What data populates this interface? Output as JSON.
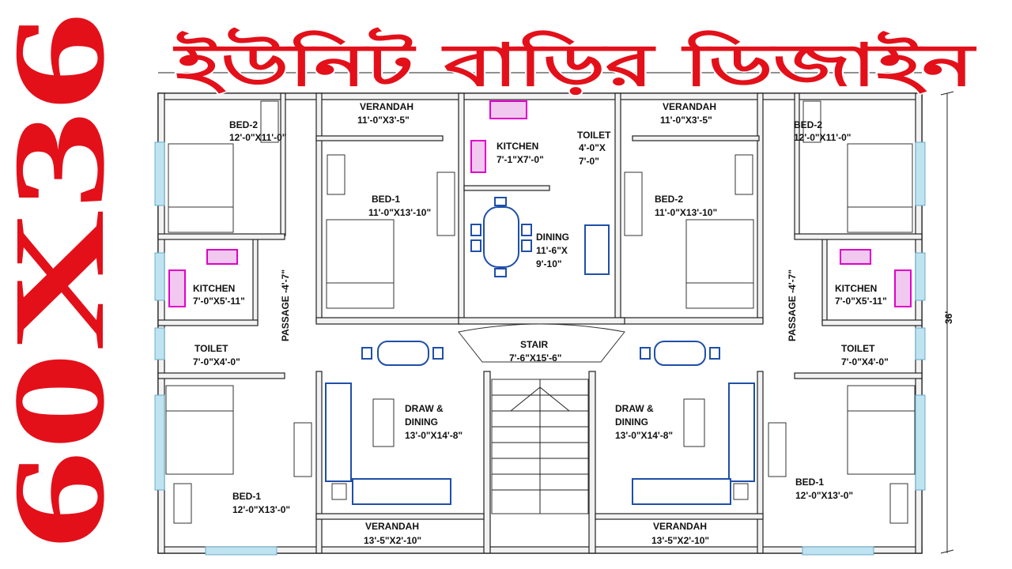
{
  "title_side": "60X36",
  "title_top": "ইউনিট বাড়ির ডিজাইন",
  "dimension_right": "36'",
  "colors": {
    "title": "#e3101a",
    "furniture_blue": "#1f4fa8",
    "fixture_pink": "#e000c8",
    "wall": "#222222"
  },
  "rooms": {
    "verandah_top_left": {
      "name": "VERANDAH",
      "size": "11'-0\"X3'-5\""
    },
    "verandah_top_right": {
      "name": "VERANDAH",
      "size": "11'-0\"X3'-5\""
    },
    "bed2_left": {
      "name": "BED-2",
      "size": "12'-0\"X11'-0\""
    },
    "bed2_right": {
      "name": "BED-2",
      "size": "12'-0\"X11'-0\""
    },
    "kitchen_center": {
      "name": "KITCHEN",
      "size": "7'-1\"X7'-0\""
    },
    "toilet_center": {
      "name": "TOILET",
      "size1": "4'-0\"X",
      "size2": "7'-0\""
    },
    "bed1_center_left": {
      "name": "BED-1",
      "size": "11'-0\"X13'-10\""
    },
    "bed2_center_right": {
      "name": "BED-2",
      "size": "11'-0\"X13'-10\""
    },
    "dining": {
      "name": "DINING",
      "size1": "11'-6\"X",
      "size2": "9'-10\""
    },
    "kitchen_left": {
      "name": "KITCHEN",
      "size": "7'-0\"X5'-11\""
    },
    "kitchen_right": {
      "name": "KITCHEN",
      "size": "7'-0\"X5'-11\""
    },
    "passage_left": {
      "name": "PASSAGE -4'-7\""
    },
    "passage_right": {
      "name": "PASSAGE -4'-7\""
    },
    "toilet_left": {
      "name": "TOILET",
      "size": "7'-0\"X4'-0\""
    },
    "toilet_right": {
      "name": "TOILET",
      "size": "7'-0\"X4'-0\""
    },
    "stair": {
      "name": "STAIR",
      "size": "7'-6\"X15'-6\""
    },
    "draw_left": {
      "name1": "DRAW &",
      "name2": "DINING",
      "size": "13'-0\"X14'-8\""
    },
    "draw_right": {
      "name1": "DRAW &",
      "name2": "DINING",
      "size": "13'-0\"X14'-8\""
    },
    "bed1_left": {
      "name": "BED-1",
      "size": "12'-0\"X13'-0\""
    },
    "bed1_right": {
      "name": "BED-1",
      "size": "12'-0\"X13'-0\""
    },
    "verandah_bottom_left": {
      "name": "VERANDAH",
      "size": "13'-5\"X2'-10\""
    },
    "verandah_bottom_right": {
      "name": "VERANDAH",
      "size": "13'-5\"X2'-10\""
    }
  }
}
